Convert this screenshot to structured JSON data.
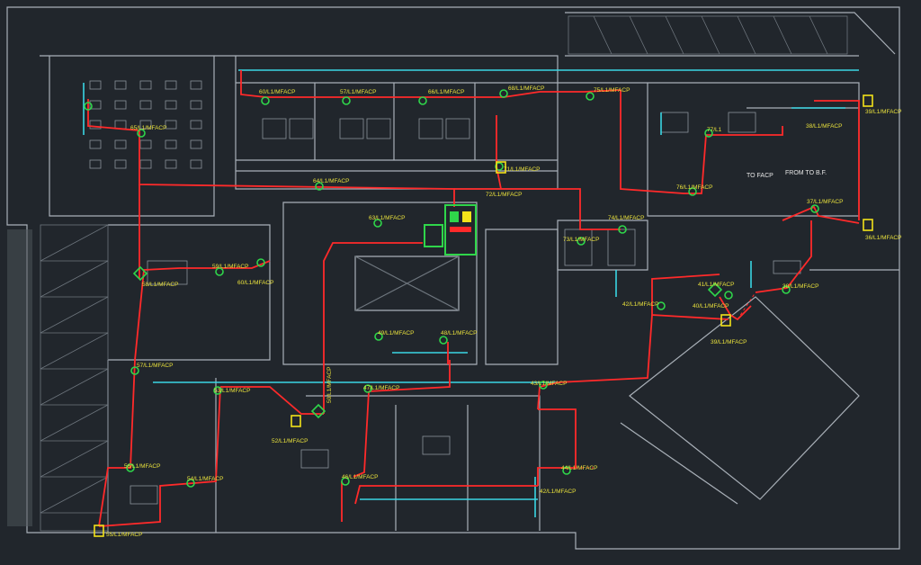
{
  "colors": {
    "background": "#21262c",
    "wall": "#a9b0b8",
    "wall_dim": "#6d757d",
    "fire_loop": "#ff2a2a",
    "cyan_conduit": "#3ad6e4",
    "device_green": "#2fd64a",
    "device_yellow": "#f2e21a",
    "label_yellow": "#e8e03c",
    "white_text": "#e6e6e6"
  },
  "labels": {
    "fa_01": "60/L1/MFACP",
    "fa_02": "57/L1/MFACP",
    "fa_03": "66/L1/MFACP",
    "fa_04": "68/L1/MFACP",
    "fa_05": "75/L1/MFACP",
    "fa_06": "65/L1/MFACP",
    "fa_07": "64/L1/MFACP",
    "fa_08": "63/L1/MFACP",
    "fa_09": "72/L1/MFACP",
    "fa_10": "71/L1/MFACP",
    "fa_11": "74/L1/MFACP",
    "fa_12": "73/L1/MFACP",
    "fa_13": "76/L1/MFACP",
    "fa_14": "77/L1",
    "fa_15": "38/L1/MFACP",
    "fa_16": "37/L1/MFACP",
    "fa_17": "36/L1/MFACP",
    "fa_18": "39/L1/MFACP",
    "fa_19": "59/L1/MFACP",
    "fa_20": "60/L1/MFACP",
    "fa_21": "58/L1/MFACP",
    "fa_22": "57/L1/MFACP",
    "fa_23": "53/L1/MFACP",
    "fa_24": "52/L1/MFACP",
    "fa_25": "49/L1/MFACP",
    "fa_26": "48/L1/MFACP",
    "fa_27": "47/L1/MFACP",
    "fa_28": "43/L1/MFACP",
    "fa_29": "42/L1/MFACP",
    "fa_30": "41/L1/MFACP",
    "fa_31": "40/L1/MFACP",
    "fa_32": "38/L1/MFACP",
    "fa_33": "39/L1/MFACP",
    "fa_34": "56/L1/MFACP",
    "fa_35": "55/L1/MFACP",
    "fa_36": "54/L1/MFACP",
    "fa_37": "46/L1/MFACP",
    "fa_38": "44/L1/MFACP",
    "fa_39": "42/L1/MFACP",
    "fa_40": "50/L1/MFACP",
    "to_facp": "TO FACP",
    "from_to_bf": "FROM TO B.F."
  }
}
